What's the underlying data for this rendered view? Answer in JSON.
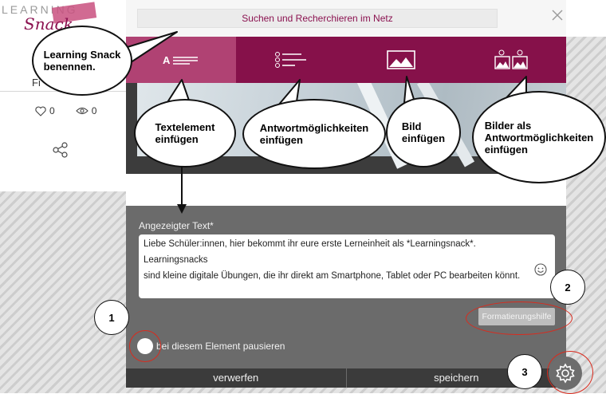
{
  "brand": {
    "logo_top": "LEARNING",
    "logo_bottom": "Snack"
  },
  "sidebar": {
    "fragment": "Fi",
    "likes": "0",
    "views": "0"
  },
  "search": {
    "label": "Suchen und Recherchieren im Netz"
  },
  "toolbar": {
    "tools": [
      {
        "label": "A",
        "icon": "text-element-icon"
      },
      {
        "icon": "answer-options-icon"
      },
      {
        "icon": "image-icon"
      },
      {
        "icon": "images-as-answers-icon"
      }
    ]
  },
  "editor": {
    "field_label": "Angezeigter Text*",
    "text_line1": "Liebe Schüler:innen, hier bekommt ihr eure erste Lerneinheit als *Learningsnack*. Learningsnacks",
    "text_line2": "sind kleine digitale Übungen, die ihr direkt am Smartphone, Tablet oder PC bearbeiten könnt.",
    "format_button": "Formatierungshilfe",
    "pause_label": "bei diesem Element pausieren"
  },
  "footer": {
    "discard": "verwerfen",
    "save": "speichern"
  },
  "callouts": {
    "name_line1": "Learning Snack",
    "name_line2": "benennen.",
    "text_line1": "Textelement",
    "text_line2": "einfügen",
    "answers_line1": "Antwortmöglichkeiten",
    "answers_line2": "einfügen",
    "image_line1": "Bild",
    "image_line2": "einfügen",
    "images_line1": "Bilder als",
    "images_line2": "Antwortmöglichkeiten",
    "images_line3": "einfügen"
  },
  "numbers": {
    "n1": "1",
    "n2": "2",
    "n3": "3"
  },
  "colors": {
    "brand": "#86114a",
    "brand_active": "#b04273",
    "highlight": "#d92b1e"
  }
}
